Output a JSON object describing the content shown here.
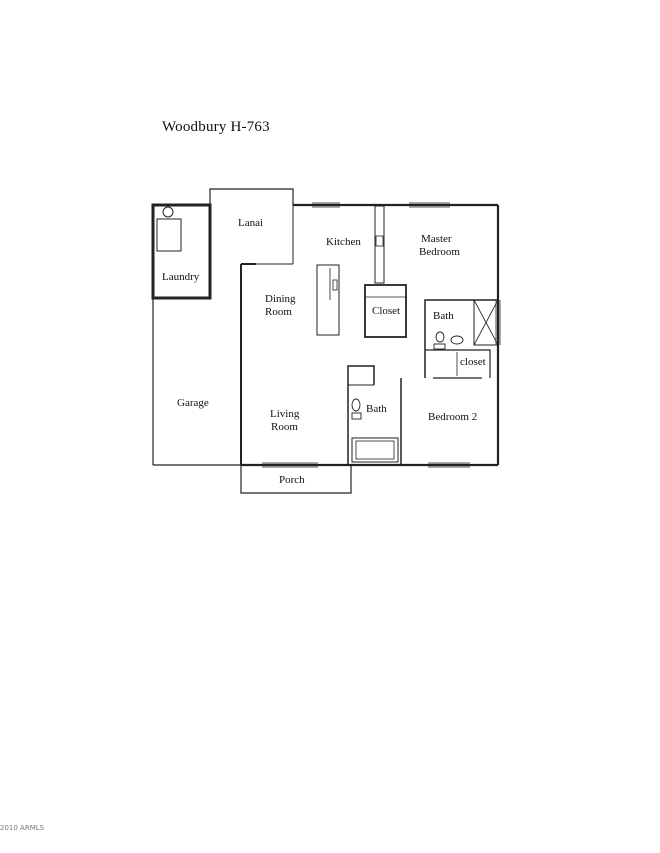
{
  "title": "Woodbury  H-763",
  "rooms": {
    "lanai": "Lanai",
    "kitchen": "Kitchen",
    "master_bedroom_1": "Master",
    "master_bedroom_2": "Bedroom",
    "laundry": "Laundry",
    "dining_1": "Dining",
    "dining_2": "Room",
    "closet_main": "Closet",
    "bath_master": "Bath",
    "closet_master": "closet",
    "garage": "Garage",
    "living_1": "Living",
    "living_2": "Room",
    "bath_hall": "Bath",
    "bedroom2": "Bedroom 2",
    "porch": "Porch"
  },
  "footer": "2010 ARMLS"
}
